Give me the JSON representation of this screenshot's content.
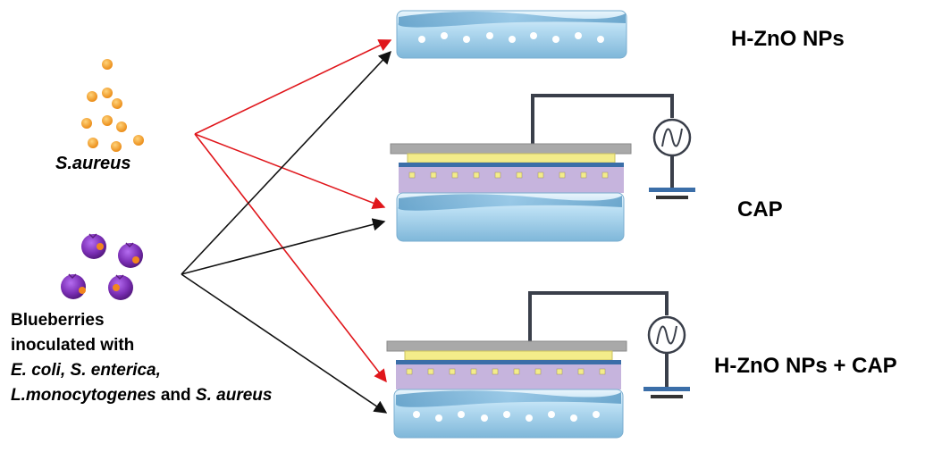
{
  "labels": {
    "treatment_1": "H-ZnO NPs",
    "treatment_2": "CAP",
    "treatment_3": "H-ZnO NPs + CAP",
    "bacteria": "S.aureus",
    "blueberries_line1": "Blueberries",
    "blueberries_line2": "inoculated with",
    "blueberries_line3": "E. coli, S. enterica,",
    "blueberries_line4_italic_a": "L.monocytogenes",
    "blueberries_line4_plain": " and ",
    "blueberries_line4_italic_b": "S. aureus"
  },
  "colors": {
    "arrow_from_bacteria": "#e0161b",
    "arrow_from_blueberries": "#111111",
    "bacteria_dot": "#f09a1c",
    "blueberry": "#7b2fb5",
    "water": "#b7dcf2",
    "electrode_gray": "#a9a9a9",
    "electrode_yellow": "#f3ec8a",
    "dielectric_purple": "#c6b4dd",
    "ground_blue": "#3b6ea8"
  },
  "icons": [
    "ac-power-source-icon",
    "ground-symbol-icon"
  ]
}
